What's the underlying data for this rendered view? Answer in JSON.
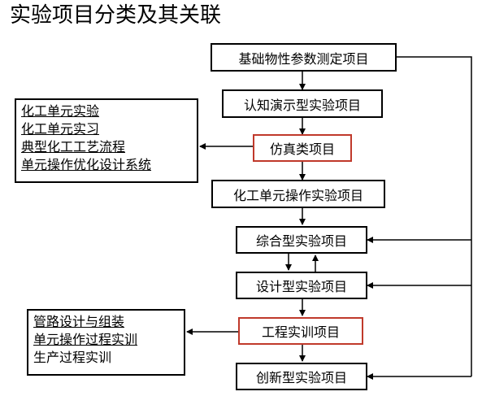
{
  "title": "实验项目分类及其关联",
  "nodes": {
    "basic_measurement": "基础物性参数测定项目",
    "cognitive_demo": "认知演示型实验项目",
    "simulation": "仿真类项目",
    "unit_operation": "化工单元操作实验项目",
    "comprehensive": "综合型实验项目",
    "design": "设计型实验项目",
    "engineering_training": "工程实训项目",
    "innovative": "创新型实验项目"
  },
  "simulation_items": [
    "化工单元实验",
    "化工单元实习",
    "典型化工工艺流程",
    "单元操作优化设计系统"
  ],
  "training_items": [
    "管路设计与组装",
    "单元操作过程实训",
    "生产过程实训"
  ],
  "colors": {
    "line": "#000000",
    "highlight_border": "#c0392b"
  }
}
